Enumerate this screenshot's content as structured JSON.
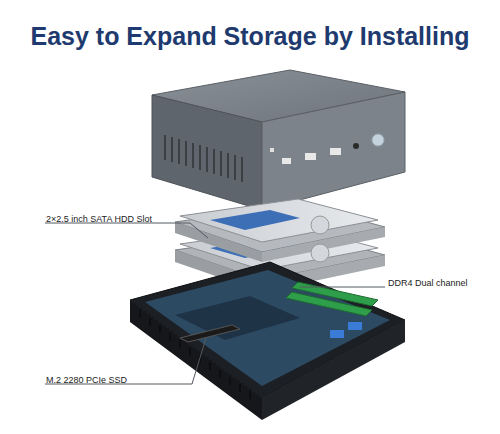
{
  "diagram": {
    "title": "Easy to Expand Storage by Installing",
    "labels": [
      "2×2.5 inch SATA HDD Slot",
      "DDR4 Dual channel",
      "M.2 2280 PCIe SSD"
    ]
  }
}
